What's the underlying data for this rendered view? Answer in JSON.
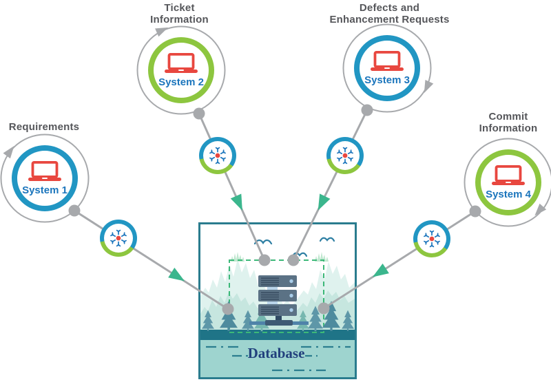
{
  "diagram": {
    "type": "integration-diagram",
    "description": "Four systems feeding data into a central database"
  },
  "colors": {
    "ring_blue": "#2196c3",
    "ring_green": "#8dc63f",
    "laptop_red": "#e8473f",
    "system_text_blue": "#1b75bc",
    "caption_gray": "#55565a",
    "line_gray": "#a7a9ac",
    "arrow_green": "#3bb68d",
    "db_border_teal": "#2a7c8e",
    "dashed_green": "#3cb878"
  },
  "systems": [
    {
      "id": "system-1",
      "label": "System 1",
      "caption": "Requirements",
      "ring": "blue"
    },
    {
      "id": "system-2",
      "label": "System 2",
      "caption": "Ticket Information",
      "ring": "green"
    },
    {
      "id": "system-3",
      "label": "System 3",
      "caption": "Defects and Enhancement Requests",
      "ring": "blue"
    },
    {
      "id": "system-4",
      "label": "System 4",
      "caption": "Commit Information",
      "ring": "green"
    }
  ],
  "captions": {
    "system1_line1": "Requirements",
    "system2_line1": "Ticket",
    "system2_line2": "Information",
    "system3_line1": "Defects and",
    "system3_line2": "Enhancement Requests",
    "system4_line1": "Commit",
    "system4_line2": "Information"
  },
  "connectors": {
    "icon": "integration-hub-icon",
    "count": 4
  },
  "database": {
    "label": "Database"
  }
}
